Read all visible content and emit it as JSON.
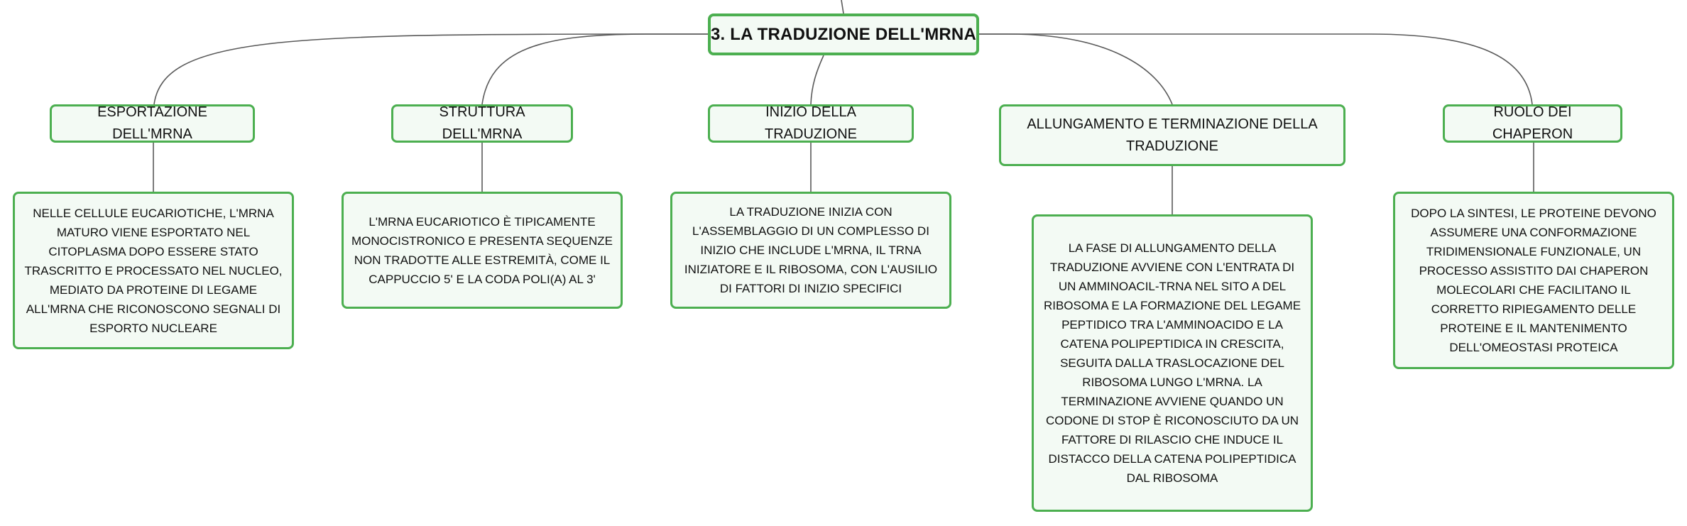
{
  "root": {
    "title": "3. LA TRADUZIONE DELL'MRNA"
  },
  "branches": [
    {
      "title": "ESPORTAZIONE DELL'MRNA",
      "detail": "NELLE CELLULE EUCARIOTICHE, L'MRNA MATURO VIENE ESPORTATO NEL CITOPLASMA DOPO ESSERE STATO TRASCRITTO E PROCESSATO NEL NUCLEO, MEDIATO DA PROTEINE DI LEGAME ALL'MRNA CHE RICONOSCONO SEGNALI DI ESPORTO NUCLEARE"
    },
    {
      "title": "STRUTTURA DELL'MRNA",
      "detail": "L'MRNA EUCARIOTICO È TIPICAMENTE MONOCISTRONICO E PRESENTA SEQUENZE NON TRADOTTE ALLE ESTREMITÀ, COME IL CAPPUCCIO 5' E LA CODA POLI(A) AL 3'"
    },
    {
      "title": "INIZIO DELLA TRADUZIONE",
      "detail": "LA TRADUZIONE INIZIA CON L'ASSEMBLAGGIO DI UN COMPLESSO DI INIZIO CHE INCLUDE L'MRNA, IL TRNA INIZIATORE E IL RIBOSOMA, CON L'AUSILIO DI FATTORI DI INIZIO SPECIFICI"
    },
    {
      "title": "ALLUNGAMENTO E TERMINAZIONE DELLA TRADUZIONE",
      "detail": "LA FASE DI ALLUNGAMENTO DELLA TRADUZIONE AVVIENE CON L'ENTRATA DI UN AMMINOACIL-TRNA NEL SITO A DEL RIBOSOMA E LA FORMAZIONE DEL LEGAME PEPTIDICO TRA L'AMMINOACIDO E LA CATENA POLIPEPTIDICA IN CRESCITA, SEGUITA DALLA TRASLOCAZIONE DEL RIBOSOMA LUNGO L'MRNA. LA TERMINAZIONE AVVIENE QUANDO UN CODONE DI STOP È RICONOSCIUTO DA UN FATTORE DI RILASCIO CHE INDUCE IL DISTACCO DELLA CATENA POLIPEPTIDICA DAL RIBOSOMA"
    },
    {
      "title": "RUOLO DEI CHAPERON",
      "detail": "DOPO LA SINTESI, LE PROTEINE DEVONO ASSUMERE UNA CONFORMAZIONE TRIDIMENSIONALE FUNZIONALE, UN PROCESSO ASSISTITO DAI CHAPERON MOLECOLARI CHE FACILITANO IL CORRETTO RIPIEGAMENTO DELLE PROTEINE E IL MANTENIMENTO DELL'OMEOSTASI PROTEICA"
    }
  ],
  "colors": {
    "node_border": "#4caf50",
    "node_fill": "#f3faf4",
    "connector": "#5a5a5a"
  }
}
